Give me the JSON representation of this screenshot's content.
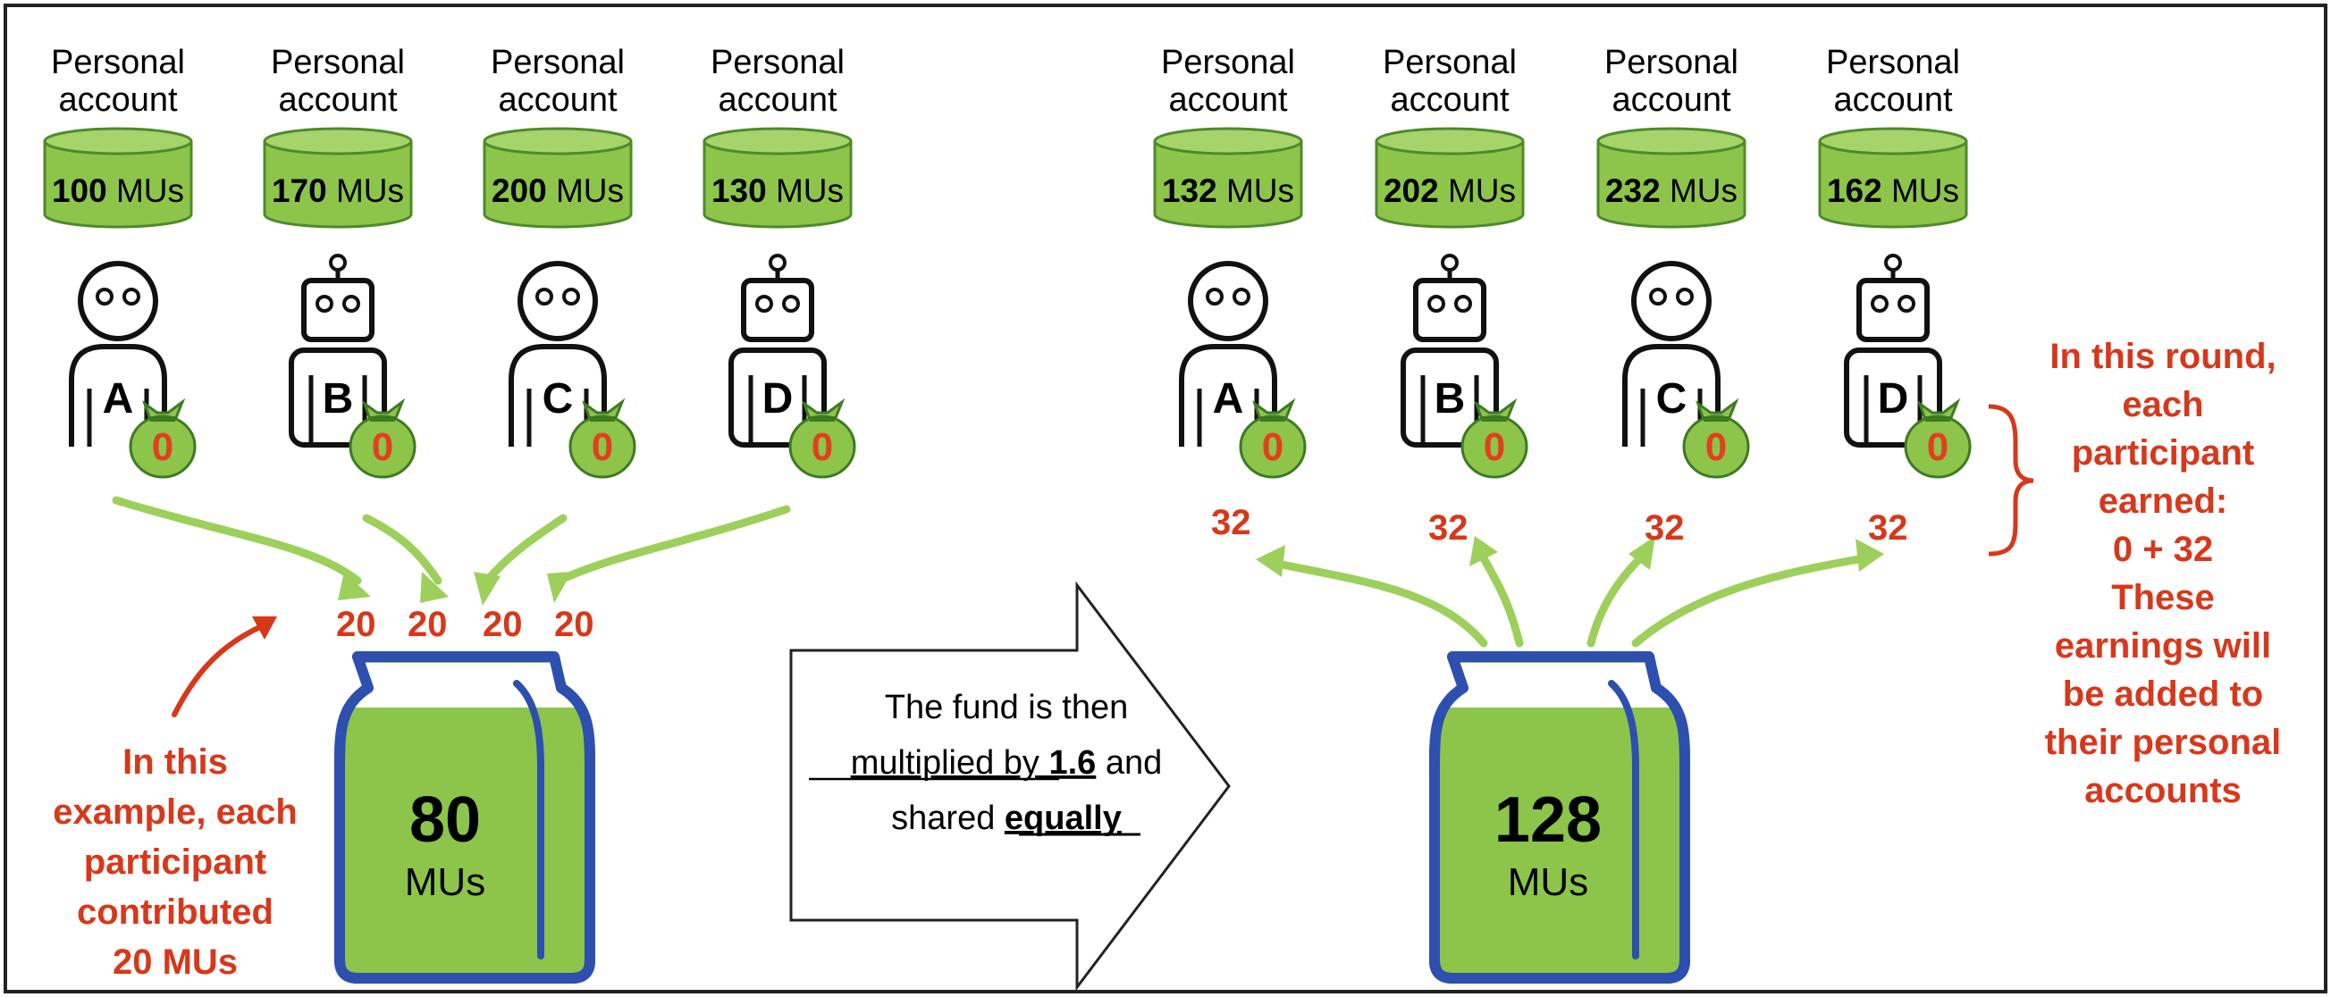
{
  "colors": {
    "green": "#8cc54a",
    "green_dark": "#4f8a2a",
    "arrow_green": "#9cd05a",
    "red": "#d8371a",
    "jar_blue": "#2c4fb0",
    "agent_stroke": "#111111"
  },
  "before": {
    "accounts": [
      {
        "title_line1": "Personal",
        "title_line2": "account",
        "amount": "100",
        "unit": "MUs",
        "agent": "A",
        "agent_type": "human-icon",
        "bag": "0",
        "contribution": "20"
      },
      {
        "title_line1": "Personal",
        "title_line2": "account",
        "amount": "170",
        "unit": "MUs",
        "agent": "B",
        "agent_type": "robot-icon",
        "bag": "0",
        "contribution": "20"
      },
      {
        "title_line1": "Personal",
        "title_line2": "account",
        "amount": "200",
        "unit": "MUs",
        "agent": "C",
        "agent_type": "human-icon",
        "bag": "0",
        "contribution": "20"
      },
      {
        "title_line1": "Personal",
        "title_line2": "account",
        "amount": "130",
        "unit": "MUs",
        "agent": "D",
        "agent_type": "robot-icon",
        "bag": "0",
        "contribution": "20"
      }
    ],
    "jar_amount": "80",
    "jar_unit": "MUs",
    "note_lines": [
      "In this",
      "example, each",
      "participant",
      "contributed",
      "20 MUs"
    ]
  },
  "middle_arrow": {
    "line1": "The fund is then",
    "line2_underlined": "multiplied by ",
    "line2_bold": "1.6",
    "line2_rest": " and",
    "line3_plain": "shared ",
    "line3_bold": "equally"
  },
  "after": {
    "accounts": [
      {
        "title_line1": "Personal",
        "title_line2": "account",
        "amount": "132",
        "unit": "MUs",
        "agent": "A",
        "agent_type": "human-icon",
        "bag": "0",
        "earning": "32"
      },
      {
        "title_line1": "Personal",
        "title_line2": "account",
        "amount": "202",
        "unit": "MUs",
        "agent": "B",
        "agent_type": "robot-icon",
        "bag": "0",
        "earning": "32"
      },
      {
        "title_line1": "Personal",
        "title_line2": "account",
        "amount": "232",
        "unit": "MUs",
        "agent": "C",
        "agent_type": "human-icon",
        "bag": "0",
        "earning": "32"
      },
      {
        "title_line1": "Personal",
        "title_line2": "account",
        "amount": "162",
        "unit": "MUs",
        "agent": "D",
        "agent_type": "robot-icon",
        "bag": "0",
        "earning": "32"
      }
    ],
    "jar_amount": "128",
    "jar_unit": "MUs",
    "note_lines": [
      "In this round,",
      "each",
      "participant",
      "earned:",
      "0 + 32",
      "These",
      "earnings will",
      "be added to",
      "their personal",
      "accounts"
    ]
  }
}
